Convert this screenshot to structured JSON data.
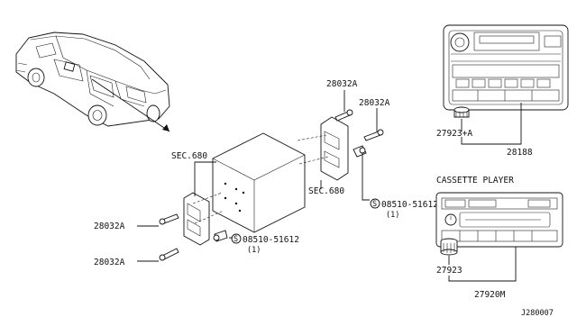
{
  "labels": {
    "bolt_top_1": "28032A",
    "bolt_top_2": "28032A",
    "sec_left": "SEC.680",
    "sec_right": "SEC.680",
    "screw_right_code": "08510-51612",
    "screw_right_qty": "(1)",
    "bolt_left_1": "28032A",
    "bolt_left_2": "28032A",
    "screw_left_code": "08510-51612",
    "screw_left_qty": "(1)",
    "knob_top": "27923+A",
    "unit_top": "28188",
    "cassette_title": "CASSETTE PLAYER",
    "knob_bottom": "27923",
    "unit_bottom": "27920M",
    "diagram_id": "J280007"
  },
  "symbols": {
    "screw_marker": "S"
  }
}
